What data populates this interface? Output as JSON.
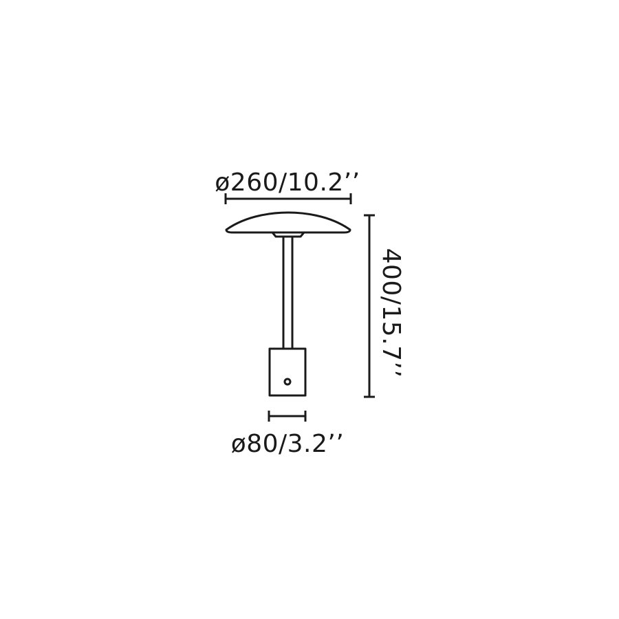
{
  "dimensions": {
    "shade_diameter": "ø260/10.2’’",
    "height": "400/15.7’’",
    "base_diameter": "ø80/3.2’’"
  },
  "colors": {
    "line": "#1a1a1a",
    "background": "#ffffff"
  }
}
